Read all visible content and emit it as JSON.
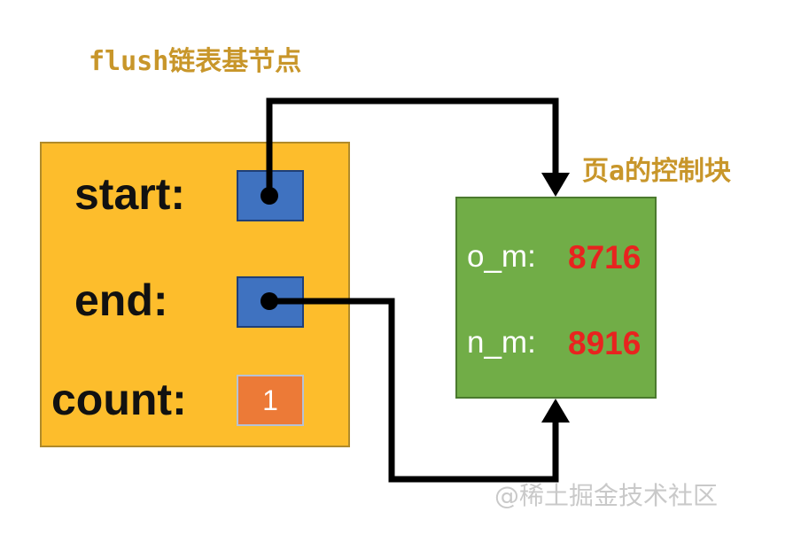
{
  "diagram": {
    "title": "flush链表基节点",
    "base_node": {
      "fields": [
        {
          "label": "start:"
        },
        {
          "label": "end:"
        },
        {
          "label": "count:",
          "value": "1"
        }
      ]
    },
    "page_block": {
      "title": "页a的控制块",
      "rows": [
        {
          "label": "o_m:",
          "value": "8716"
        },
        {
          "label": "n_m:",
          "value": "8916"
        }
      ]
    },
    "watermark": "@稀土掘金技术社区"
  },
  "colors": {
    "base_node_fill": "#fdbd2c",
    "control_block_fill": "#71ad47",
    "pointer_box_fill": "#3f72c0",
    "count_box_fill": "#ec7a37",
    "value_text": "#e8231f",
    "title_text": "#c8962a"
  }
}
